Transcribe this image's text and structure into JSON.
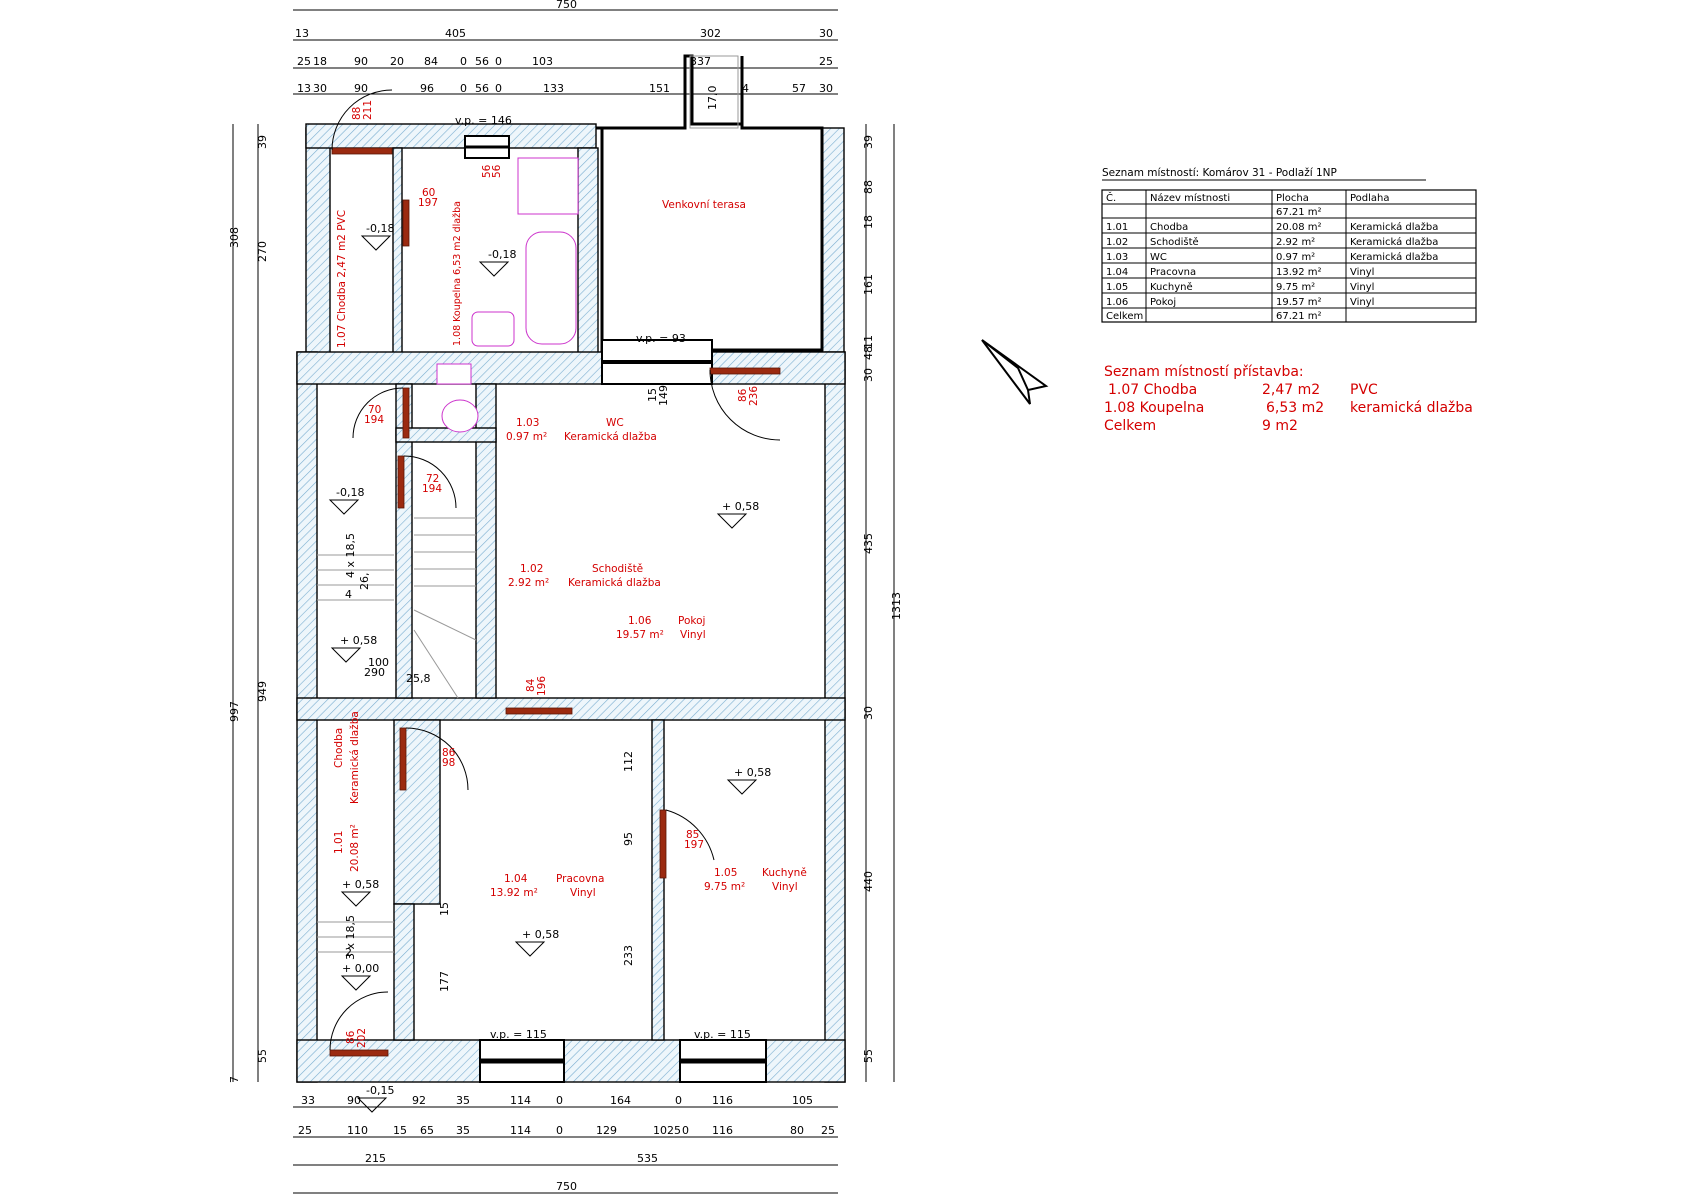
{
  "plan": {
    "dims_top_total": "750",
    "dims_top_main": [
      "13",
      "405",
      "302",
      "30"
    ],
    "dims_top_row2": [
      "25",
      "18",
      "90",
      "20",
      "84",
      "0",
      "56",
      "0",
      "103",
      "337",
      "25"
    ],
    "dims_top_row3": [
      "13",
      "30",
      "90",
      "96",
      "0",
      "56",
      "0",
      "133",
      "151",
      "4",
      "57",
      "30"
    ],
    "dims_bottom_row1": [
      "33",
      "90",
      "92",
      "35",
      "114",
      "0",
      "164",
      "0",
      "116",
      "105"
    ],
    "dims_bottom_row2": [
      "25",
      "110",
      "15",
      "65",
      "35",
      "114",
      "0",
      "129",
      "1025",
      "0",
      "116",
      "80",
      "25"
    ],
    "dims_bottom_row3": [
      "215",
      "535"
    ],
    "dims_bottom_total": "750",
    "dims_left": [
      "39",
      "270",
      "308",
      "949",
      "997",
      "55",
      "7"
    ],
    "dims_right": [
      "39",
      "88",
      "18",
      "161",
      "30",
      "48",
      "11",
      "435",
      "1313",
      "30",
      "440",
      "55"
    ],
    "window_labels": [
      "v.p. = 146",
      "v.p. = 93",
      "v.p. = 115",
      "v.p. = 115"
    ],
    "door_labels": [
      "88",
      "211",
      "60",
      "197",
      "70",
      "194",
      "72",
      "194",
      "86",
      "236",
      "84",
      "196",
      "86",
      "98",
      "85",
      "197",
      "86",
      "202",
      "56",
      "56"
    ],
    "inner_dims": [
      "15",
      "149",
      "112",
      "95",
      "233",
      "177",
      "15",
      "100",
      "290"
    ],
    "stair_labels": [
      "4 x 18,5",
      "26,",
      "4",
      "25,8",
      "3 x 18,5",
      "2",
      "17,0"
    ],
    "levels": [
      "-0,18",
      "-0,18",
      "-0,18",
      "+ 0,58",
      "+ 0,58",
      "+ 0,58",
      "+ 0,58",
      "+ 0,58",
      "+ 0,00",
      "-0,15"
    ],
    "terrace": "Venkovní terasa",
    "rooms": {
      "r1": {
        "num": "1.01",
        "area": "20.08 m²",
        "name": "Chodba",
        "floor": "Keramická dlažba"
      },
      "r2": {
        "num": "1.02",
        "area": "2.92 m²",
        "name": "Schodiště",
        "floor": "Keramická dlažba"
      },
      "r3": {
        "num": "1.03",
        "area": "0.97 m²",
        "name": "WC",
        "floor": "Keramická dlažba"
      },
      "r4": {
        "num": "1.04",
        "area": "13.92 m²",
        "name": "Pracovna",
        "floor": "Vinyl"
      },
      "r5": {
        "num": "1.05",
        "area": "9.75 m²",
        "name": "Kuchyně",
        "floor": "Vinyl"
      },
      "r6": {
        "num": "1.06",
        "area": "19.57 m²",
        "name": "Pokoj",
        "floor": "Vinyl"
      },
      "r7": "1.07 Chodba 2,47 m2 PVC",
      "r8": "1.08 Koupelna 6,53 m2 dlažba"
    }
  },
  "table": {
    "title": "Seznam místností: Komárov 31  - Podlaží 1NP",
    "headers": [
      "Č.",
      "Název místnosti",
      "Plocha",
      "Podlaha"
    ],
    "total_top": "67.21 m²",
    "rows": [
      [
        "1.01",
        "Chodba",
        "20.08 m²",
        "Keramická dlažba"
      ],
      [
        "1.02",
        "Schodiště",
        "2.92 m²",
        "Keramická dlažba"
      ],
      [
        "1.03",
        "WC",
        "0.97 m²",
        "Keramická dlažba"
      ],
      [
        "1.04",
        "Pracovna",
        "13.92 m²",
        "Vinyl"
      ],
      [
        "1.05",
        "Kuchyně",
        "9.75 m²",
        "Vinyl"
      ],
      [
        "1.06",
        "Pokoj",
        "19.57 m²",
        "Vinyl"
      ]
    ],
    "footer": [
      "Celkem",
      "67.21 m²"
    ]
  },
  "annex": {
    "title": "Seznam místností přístavba:",
    "rows": [
      [
        "1.07 Chodba",
        "2,47 m2",
        "PVC"
      ],
      [
        "1.08 Koupelna",
        "6,53 m2",
        "keramická dlažba"
      ],
      [
        "Celkem",
        "9 m2",
        ""
      ]
    ]
  },
  "colors": {
    "accent": "#d40000",
    "door": "#9b2a10",
    "hatch": "#8fb8d0",
    "sanitary": "#cc33cc"
  }
}
